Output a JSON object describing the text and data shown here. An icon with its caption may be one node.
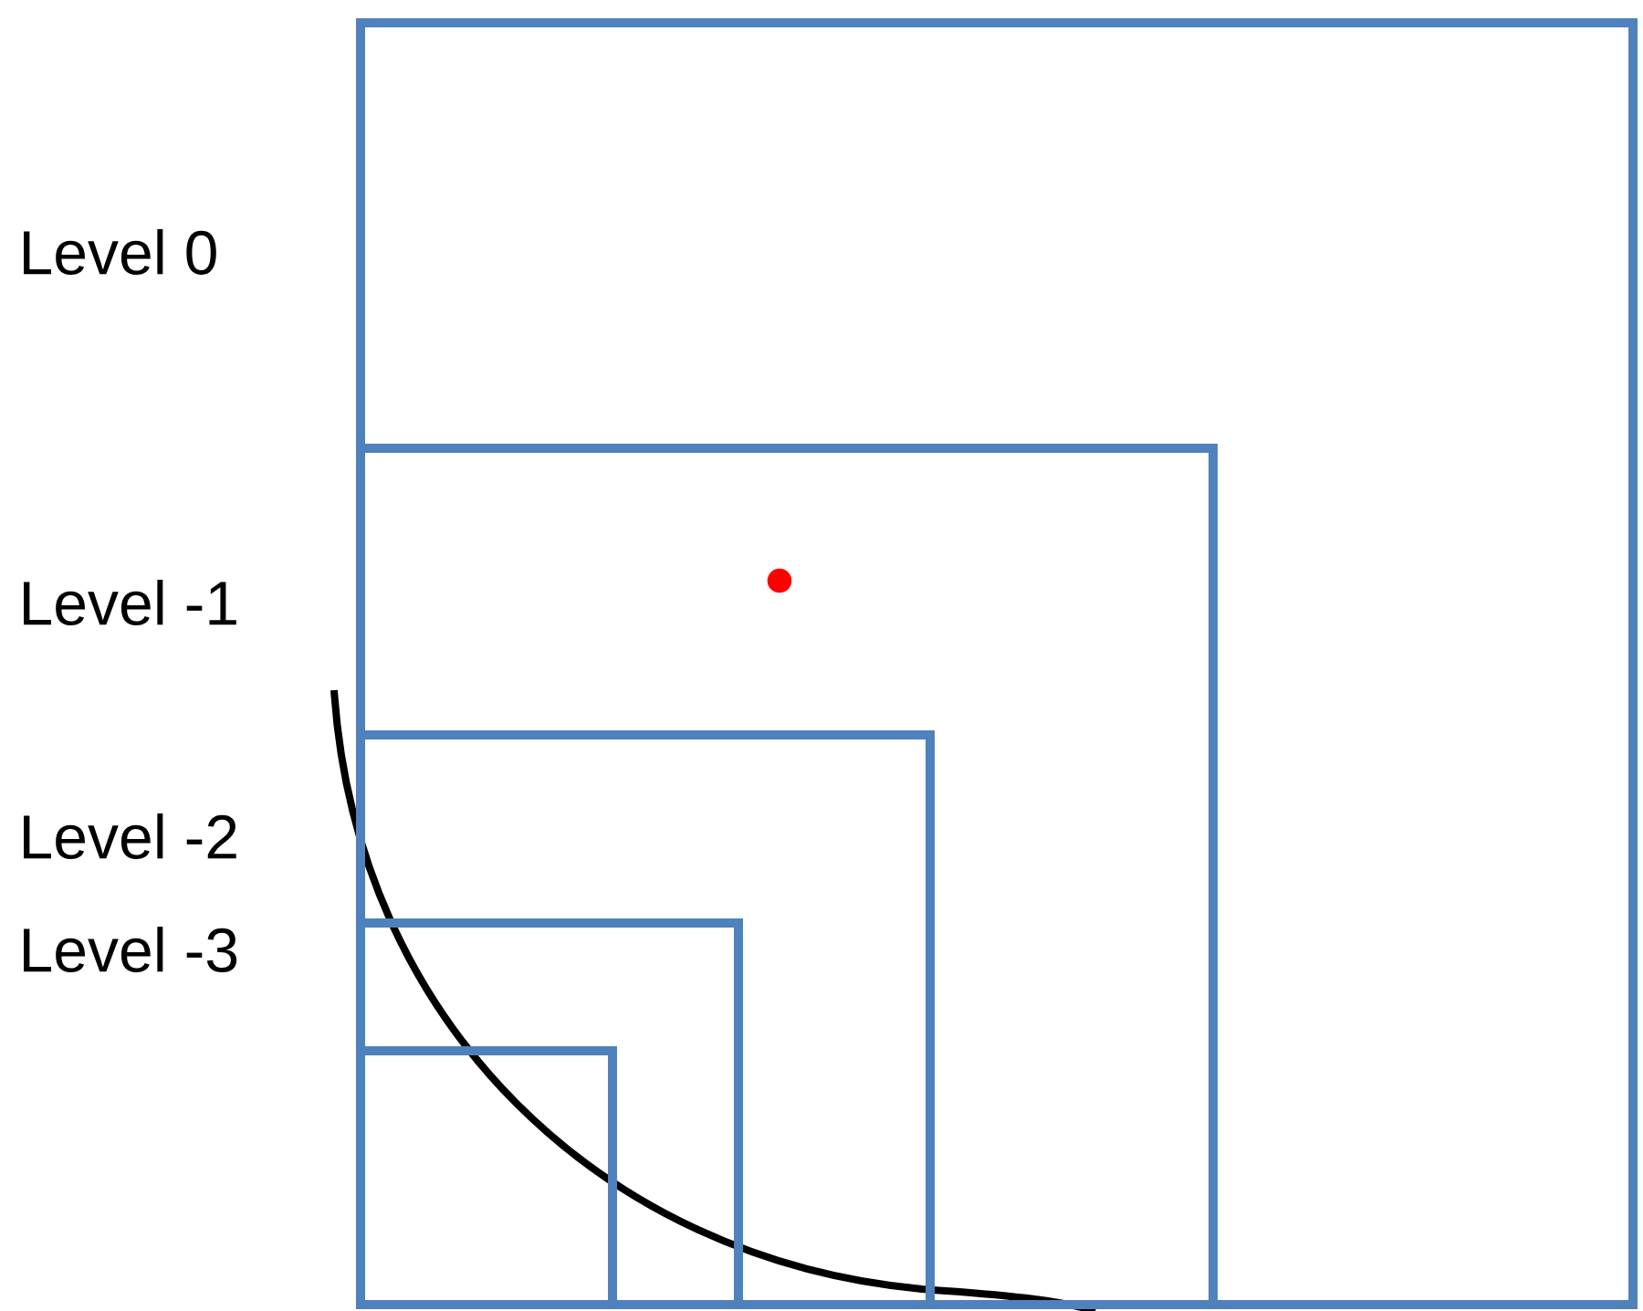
{
  "diagram": {
    "nodes": [
      {
        "text": [],
        "shape": "box",
        "beside": [
          "Level 0"
        ]
      },
      {
        "text": [],
        "shape": "box",
        "in": 0,
        "beside": [
          "Level -1"
        ]
      },
      {
        "text": [],
        "shape": "box",
        "in": 1,
        "beside": [
          "Level -2"
        ]
      },
      {
        "text": [],
        "shape": "box",
        "in": 2,
        "beside": [
          "Level -3"
        ]
      },
      {
        "text": [],
        "shape": "box",
        "in": 3
      }
    ]
  }
}
